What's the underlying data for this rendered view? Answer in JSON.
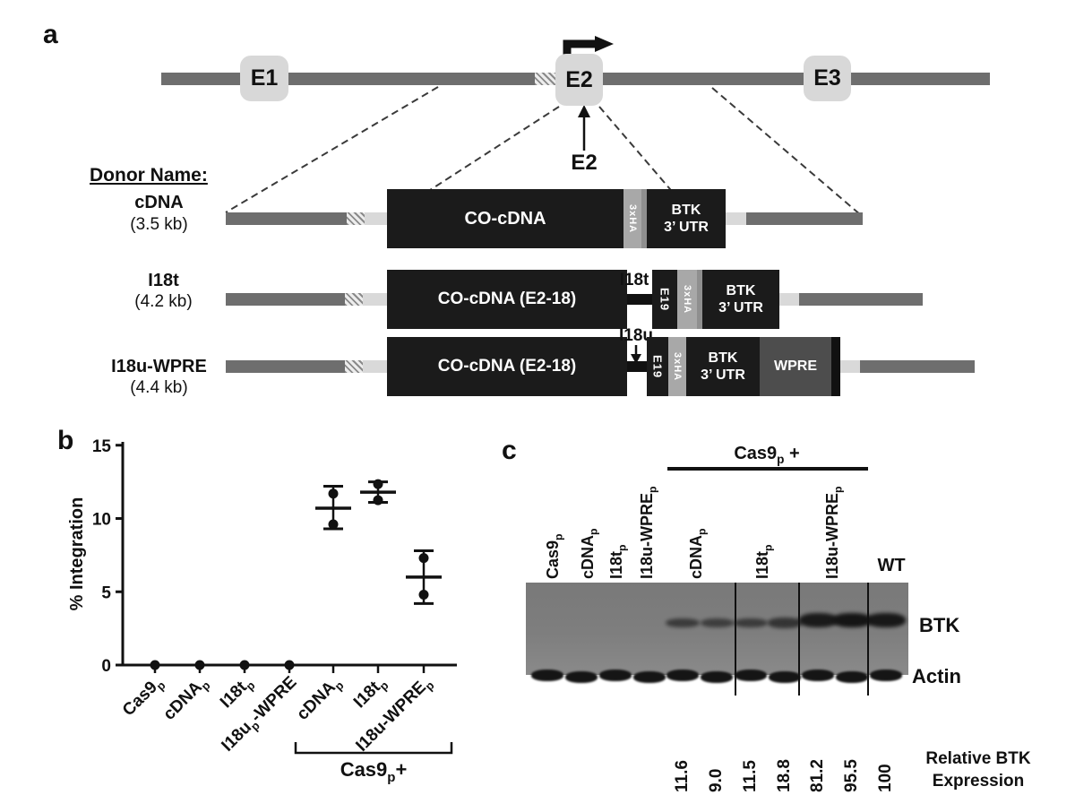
{
  "panels": {
    "a": "a",
    "b": "b",
    "c": "c"
  },
  "colors": {
    "gene_gray": "#6e6e6e",
    "exon_fill": "#d8d8d8",
    "box_black": "#1b1b1b",
    "ha_gray": "#a8a8a8",
    "wpre_gray": "#4d4d4d",
    "light_gray": "#d9d9d9",
    "blot_gray": "#7e7e7e"
  },
  "panel_a": {
    "exon_labels": [
      "E1",
      "E2",
      "E3"
    ],
    "e2_callout": "E2",
    "donor_header": "Donor Name:",
    "donors": [
      {
        "name": "cDNA",
        "size": "(3.5 kb)",
        "main": "CO-cDNA",
        "ha": "3xHA",
        "utr1": "BTK",
        "utr2": "3’ UTR"
      },
      {
        "name": "I18t",
        "size": "(4.2 kb)",
        "main": "CO-cDNA (E2-18)",
        "intron": "I18t",
        "e19": "E19",
        "ha": "3xHA",
        "utr1": "BTK",
        "utr2": "3’ UTR"
      },
      {
        "name": "I18u-WPRE",
        "size": "(4.4 kb)",
        "main": "CO-cDNA (E2-18)",
        "intron": "I18u",
        "e19": "E19",
        "ha": "3xHA",
        "utr1": "BTK",
        "utr2": "3’ UTR",
        "wpre": "WPRE"
      }
    ]
  },
  "chart_data": {
    "type": "scatter",
    "title": "",
    "xlabel": "",
    "ylabel": "% Integration",
    "ylim": [
      0,
      15
    ],
    "yticks": [
      0,
      5,
      10,
      15
    ],
    "grid": false,
    "categories": [
      {
        "parts": [
          {
            "t": "Cas9"
          },
          {
            "t": "p",
            "sub": true
          }
        ]
      },
      {
        "parts": [
          {
            "t": "cDNA"
          },
          {
            "t": "p",
            "sub": true
          }
        ]
      },
      {
        "parts": [
          {
            "t": "I18t"
          },
          {
            "t": "p",
            "sub": true
          }
        ]
      },
      {
        "parts": [
          {
            "t": "I18u"
          },
          {
            "t": "p",
            "sub": true
          },
          {
            "t": "-WPRE"
          }
        ]
      },
      {
        "parts": [
          {
            "t": "cDNA"
          },
          {
            "t": "p",
            "sub": true
          }
        ]
      },
      {
        "parts": [
          {
            "t": "I18t"
          },
          {
            "t": "p",
            "sub": true
          }
        ]
      },
      {
        "parts": [
          {
            "t": "I18u-WPRE"
          },
          {
            "t": "p",
            "sub": true
          }
        ]
      }
    ],
    "groups": [
      {
        "points": [
          0
        ],
        "mean": null,
        "err": null
      },
      {
        "points": [
          0
        ],
        "mean": null,
        "err": null
      },
      {
        "points": [
          0
        ],
        "mean": null,
        "err": null
      },
      {
        "points": [
          0
        ],
        "mean": null,
        "err": null
      },
      {
        "points": [
          11.7,
          9.6
        ],
        "mean": 10.7,
        "err": [
          9.3,
          12.2
        ]
      },
      {
        "points": [
          12.35,
          11.25
        ],
        "mean": 11.8,
        "err": [
          11.1,
          12.5
        ]
      },
      {
        "points": [
          7.3,
          4.8
        ],
        "mean": 6.0,
        "err": [
          4.2,
          7.8
        ]
      }
    ],
    "bracket": {
      "from_group": 4,
      "to_group": 6,
      "label_parts": [
        {
          "t": "Cas9"
        },
        {
          "t": "p",
          "sub": true
        },
        {
          "t": "+"
        }
      ]
    }
  },
  "panel_c": {
    "header_parts": [
      {
        "t": "Cas9"
      },
      {
        "t": "p",
        "sub": true
      },
      {
        "t": " +"
      }
    ],
    "lane_labels": [
      {
        "parts": [
          {
            "t": "Cas9"
          },
          {
            "t": "p",
            "sub": true
          }
        ]
      },
      {
        "parts": [
          {
            "t": "cDNA"
          },
          {
            "t": "p",
            "sub": true
          }
        ]
      },
      {
        "parts": [
          {
            "t": "I18t"
          },
          {
            "t": "p",
            "sub": true
          }
        ]
      },
      {
        "parts": [
          {
            "t": "I18u-WPRE"
          },
          {
            "t": "p",
            "sub": true
          }
        ]
      },
      {
        "parts": [
          {
            "t": "cDNA"
          },
          {
            "t": "p",
            "sub": true
          }
        ]
      },
      {
        "parts": [
          {
            "t": "I18t"
          },
          {
            "t": "p",
            "sub": true
          }
        ]
      },
      {
        "parts": [
          {
            "t": "I18u-WPRE"
          },
          {
            "t": "p",
            "sub": true
          }
        ]
      }
    ],
    "wt_label": "WT",
    "btk_label": "BTK",
    "actin_label": "Actin",
    "num_lanes": 11,
    "btk_band_intensity": [
      0.35,
      0.3,
      0.35,
      0.45,
      0.9,
      1.0,
      0.95
    ],
    "expression_values": [
      "11.6",
      "9.0",
      "11.5",
      "18.8",
      "81.2",
      "95.5",
      "100"
    ],
    "caption": [
      "Relative BTK",
      "Expression"
    ]
  }
}
